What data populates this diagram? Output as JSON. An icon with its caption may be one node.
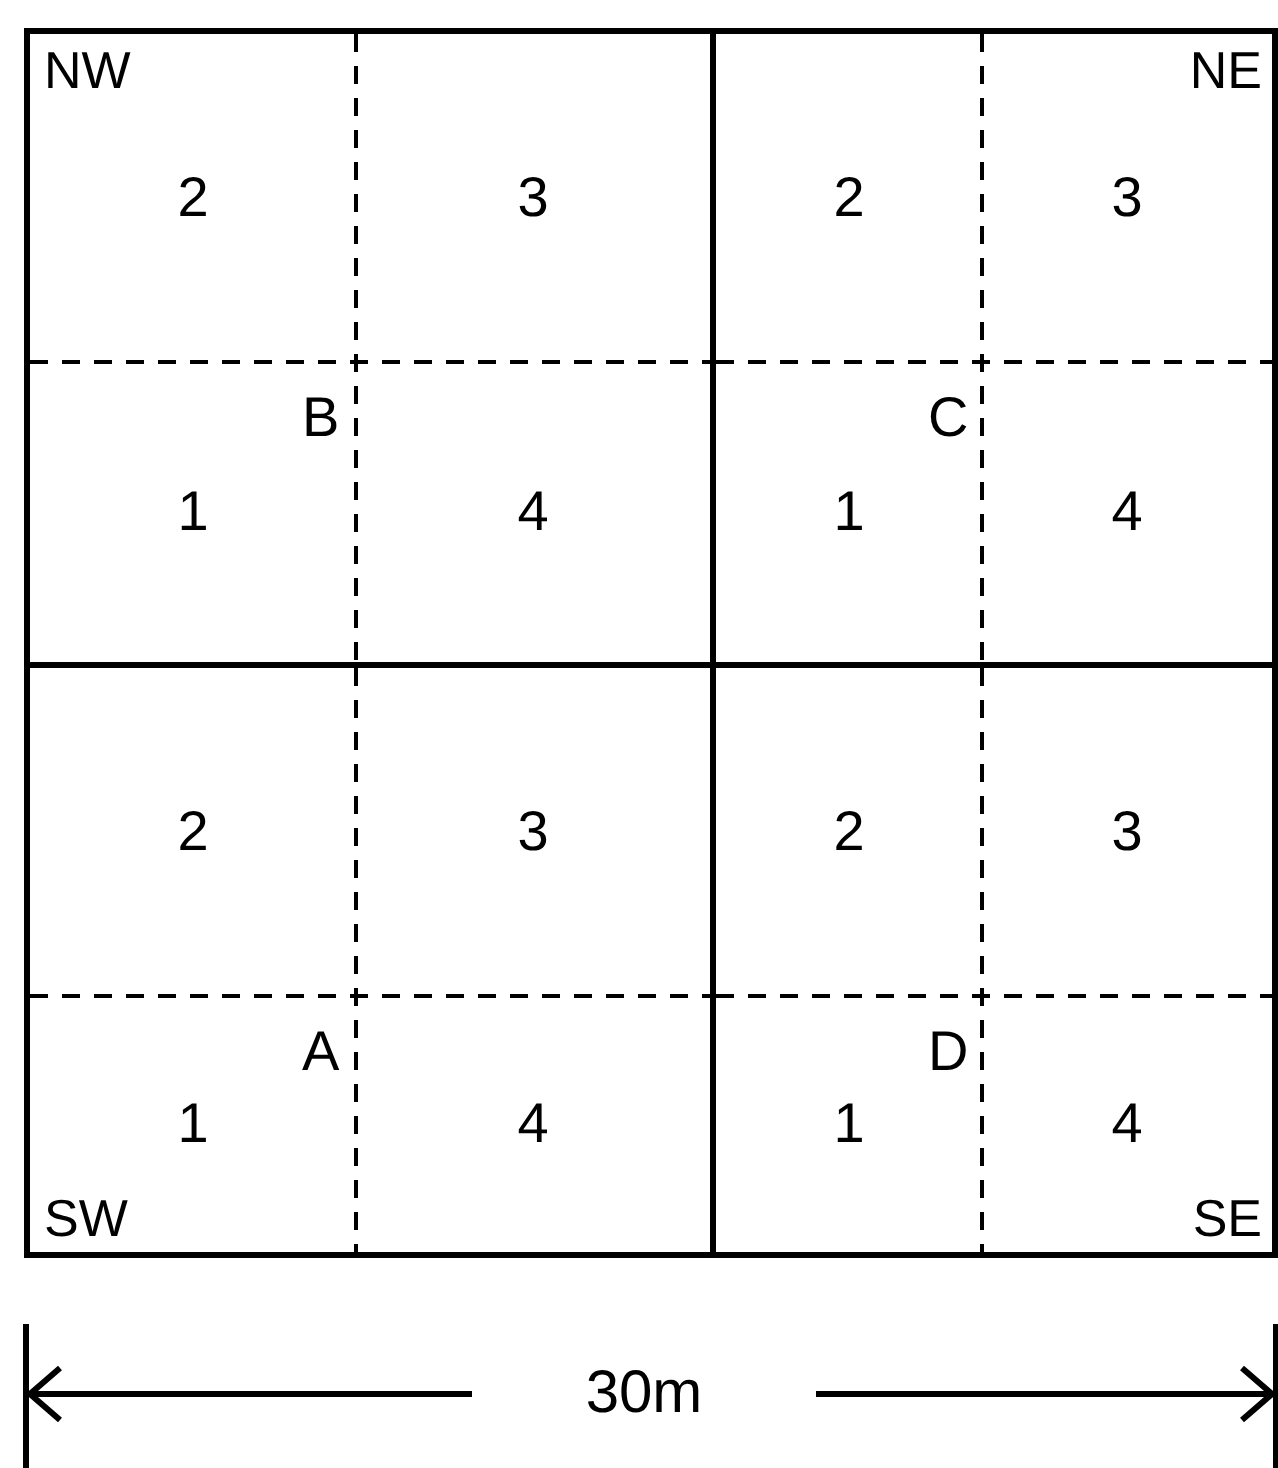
{
  "diagram": {
    "nodes": [
      {
        "text": [
          "B"
        ]
      },
      {
        "text": [
          "2"
        ],
        "in": 0
      },
      {
        "text": [
          "3"
        ],
        "in": 0
      },
      {
        "text": [
          "1"
        ],
        "in": 0
      },
      {
        "text": [
          "4"
        ],
        "in": 0
      },
      {
        "text": [
          "C"
        ]
      },
      {
        "text": [
          "2"
        ],
        "in": 5
      },
      {
        "text": [
          "3"
        ],
        "in": 5
      },
      {
        "text": [
          "1"
        ],
        "in": 5
      },
      {
        "text": [
          "4"
        ],
        "in": 5
      },
      {
        "text": [
          "A"
        ]
      },
      {
        "text": [
          "2"
        ],
        "in": 10
      },
      {
        "text": [
          "3"
        ],
        "in": 10
      },
      {
        "text": [
          "1"
        ],
        "in": 10
      },
      {
        "text": [
          "4"
        ],
        "in": 10
      },
      {
        "text": [
          "D"
        ]
      },
      {
        "text": [
          "2"
        ],
        "in": 15
      },
      {
        "text": [
          "3"
        ],
        "in": 15
      },
      {
        "text": [
          "1"
        ],
        "in": 15
      },
      {
        "text": [
          "4"
        ],
        "in": 15
      }
    ],
    "labels": [
      "NW",
      "NE",
      "SW",
      "SE",
      "30m"
    ]
  }
}
